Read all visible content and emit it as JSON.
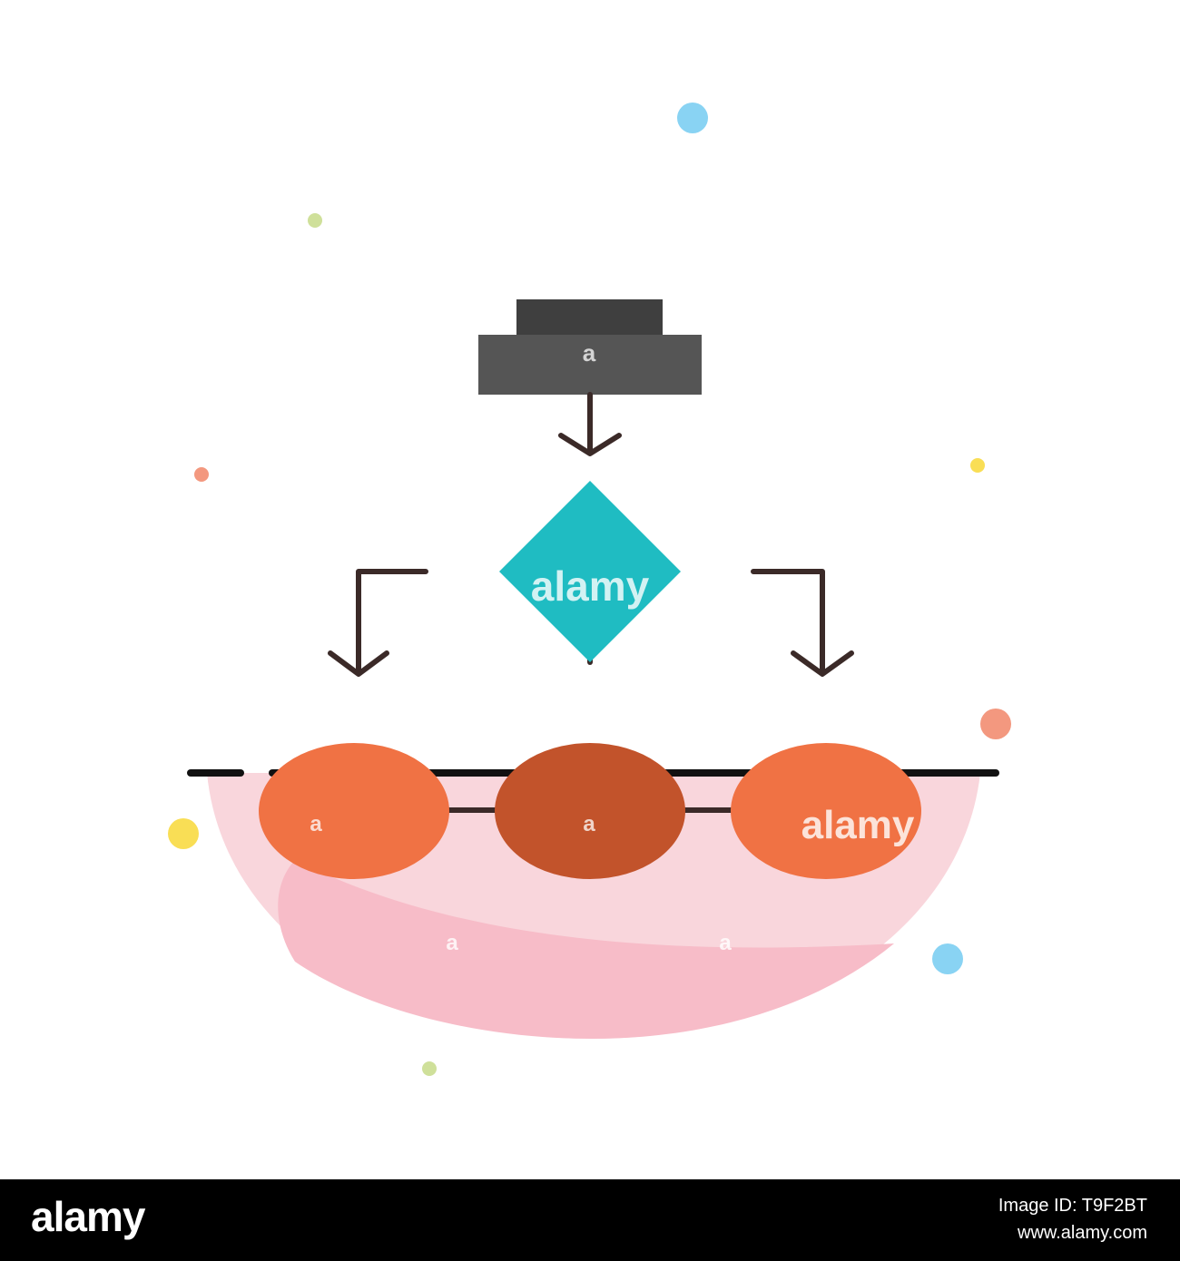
{
  "watermark": {
    "brand": "alamy",
    "mark": "a"
  },
  "footer": {
    "logo": "alamy",
    "image_id_label": "Image ID: T9F2BT",
    "site": "www.alamy.com"
  },
  "colors": {
    "background": "#ffffff",
    "top_box": "#555555",
    "top_box_tab": "#3f3f3f",
    "diamond": "#1fbcc2",
    "arrow": "#3b2a28",
    "ellipse_side": "#f07244",
    "ellipse_center": "#c2532b",
    "bowl_light": "#f9d6dc",
    "bowl_dark": "#f7bcc8",
    "dot_blue": "#89d3f3",
    "dot_green": "#cfe09a",
    "dot_orange": "#f3987f",
    "dot_yellow": "#f9de55"
  },
  "icons": [
    "flowchart-start-box-icon",
    "decision-diamond-icon",
    "arrow-down-icon",
    "process-ellipse-icon",
    "bowl-base-icon",
    "decorative-dot-icon"
  ]
}
